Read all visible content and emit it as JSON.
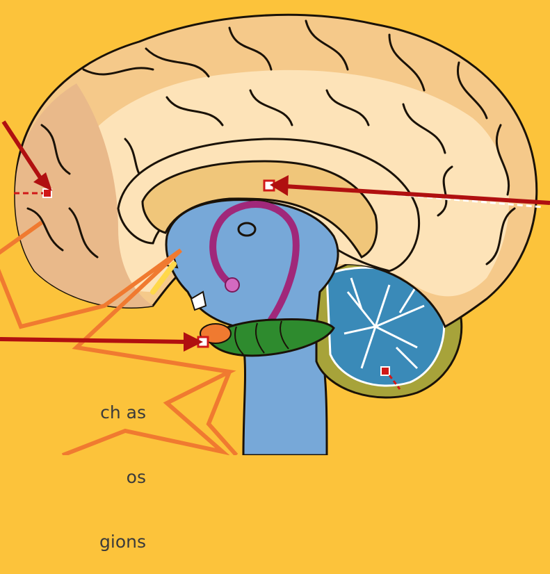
{
  "caption": {
    "lines": [
      "ch as",
      "os",
      "gions"
    ]
  },
  "colors": {
    "background": "#fcc33b",
    "cortex": "#fde3b8",
    "cortex_outer": "#f5c98a",
    "frontal_shade": "#e9b98a",
    "outline": "#1a1208",
    "ventricle_blue": "#77a8d8",
    "corpus_callosum": "#f0c67a",
    "fornix": "#a0287a",
    "hippocampus_green": "#2e8b2e",
    "amygdala_orange": "#f07a30",
    "cerebellum_blue": "#3a8ab8",
    "arrow_red": "#b01010",
    "zigzag_orange": "#f07a30",
    "marker_red": "#d01818"
  },
  "icons": {
    "brain": "brain-sagittal-icon",
    "arrow": "pointer-arrow-icon",
    "zigzag": "lightning-zigzag-icon"
  }
}
